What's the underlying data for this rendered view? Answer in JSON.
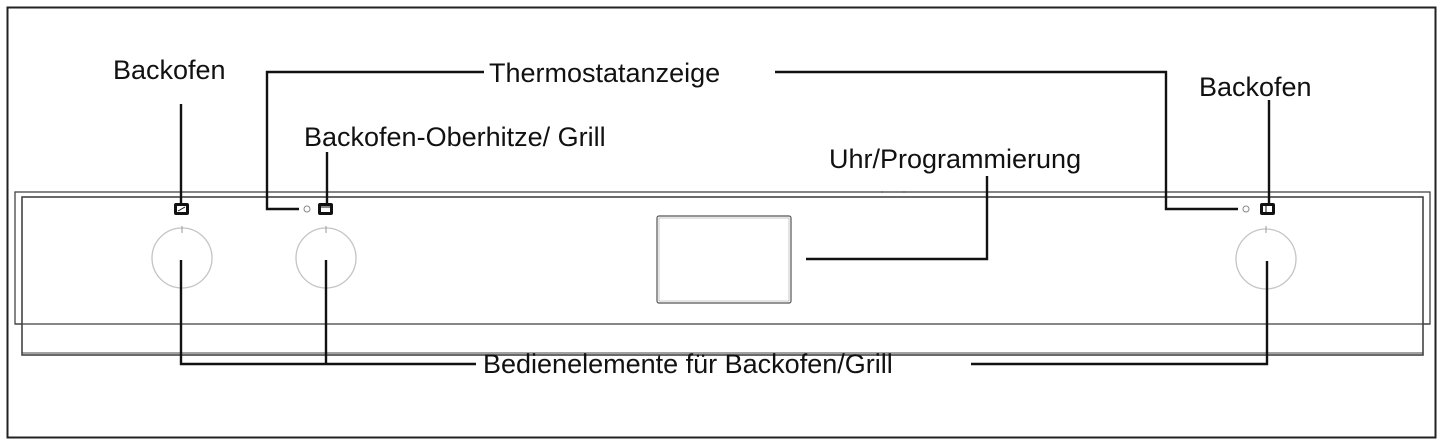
{
  "labels": {
    "oven_left": "Backofen",
    "thermostat": "Thermostatanzeige",
    "oven_right": "Backofen",
    "top_heat_grill": "Backofen-Oberhitze/ Grill",
    "clock": "Uhr/Programmierung",
    "controls": "Bedienelemente für Backofen/Grill"
  },
  "icons": {
    "oven_left_symbol": "oven-mode-icon",
    "grill_symbol": "grill-mode-icon",
    "oven_right_symbol": "oven-timer-icon",
    "thermostat_lamp": "indicator-lamp-icon"
  },
  "colors": {
    "line": "#111111",
    "knob_outline": "#c4c4c4",
    "background": "#ffffff"
  }
}
